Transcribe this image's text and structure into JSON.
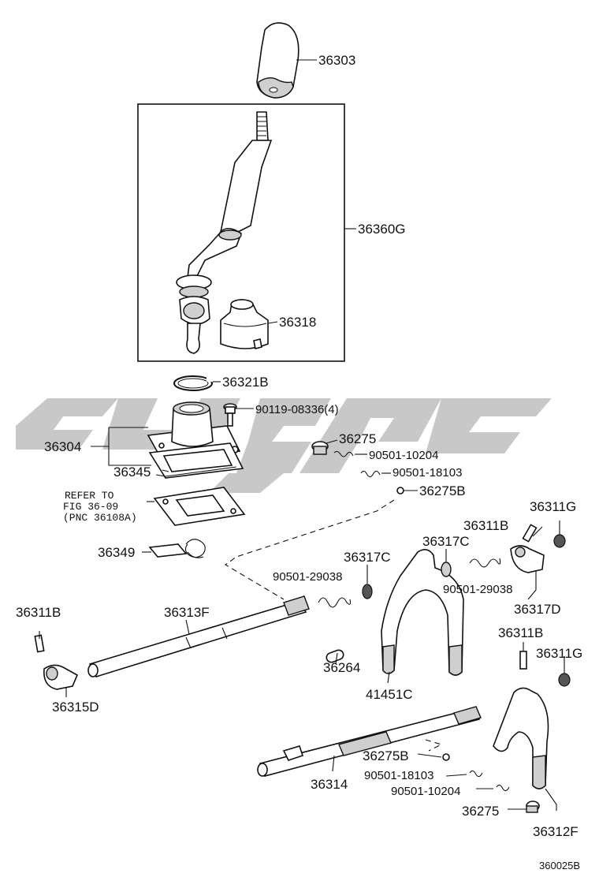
{
  "diagram": {
    "callouts": [
      {
        "id": "c1",
        "text": "36303"
      },
      {
        "id": "c2",
        "text": "36360G"
      },
      {
        "id": "c3",
        "text": "36318"
      },
      {
        "id": "c4",
        "text": "36321B"
      },
      {
        "id": "c5",
        "text": "90119-08336(4)"
      },
      {
        "id": "c6",
        "text": "36304"
      },
      {
        "id": "c7",
        "text": "36275"
      },
      {
        "id": "c8",
        "text": "90501-10204"
      },
      {
        "id": "c9",
        "text": "36345"
      },
      {
        "id": "c10",
        "text": "90501-18103"
      },
      {
        "id": "c11",
        "text": "36275B"
      },
      {
        "id": "c12",
        "text": "36311G"
      },
      {
        "id": "c13",
        "text": "36311B"
      },
      {
        "id": "c14",
        "text": "36349"
      },
      {
        "id": "c15",
        "text": "36317C"
      },
      {
        "id": "c16",
        "text": "36317C"
      },
      {
        "id": "c17",
        "text": "90501-29038"
      },
      {
        "id": "c18",
        "text": "90501-29038"
      },
      {
        "id": "c19",
        "text": "36317D"
      },
      {
        "id": "c20",
        "text": "36311B"
      },
      {
        "id": "c21",
        "text": "36313F"
      },
      {
        "id": "c22",
        "text": "36311B"
      },
      {
        "id": "c23",
        "text": "36311G"
      },
      {
        "id": "c24",
        "text": "36264"
      },
      {
        "id": "c25",
        "text": "41451C"
      },
      {
        "id": "c26",
        "text": "36315D"
      },
      {
        "id": "c27",
        "text": "36275B"
      },
      {
        "id": "c28",
        "text": "90501-18103"
      },
      {
        "id": "c29",
        "text": "36314"
      },
      {
        "id": "c30",
        "text": "90501-10204"
      },
      {
        "id": "c31",
        "text": "36275"
      },
      {
        "id": "c32",
        "text": "36312F"
      }
    ],
    "reference_note": [
      "REFER TO",
      "FIG 36-09",
      "(PNC 36108A)"
    ],
    "figure_code": "360025B"
  }
}
